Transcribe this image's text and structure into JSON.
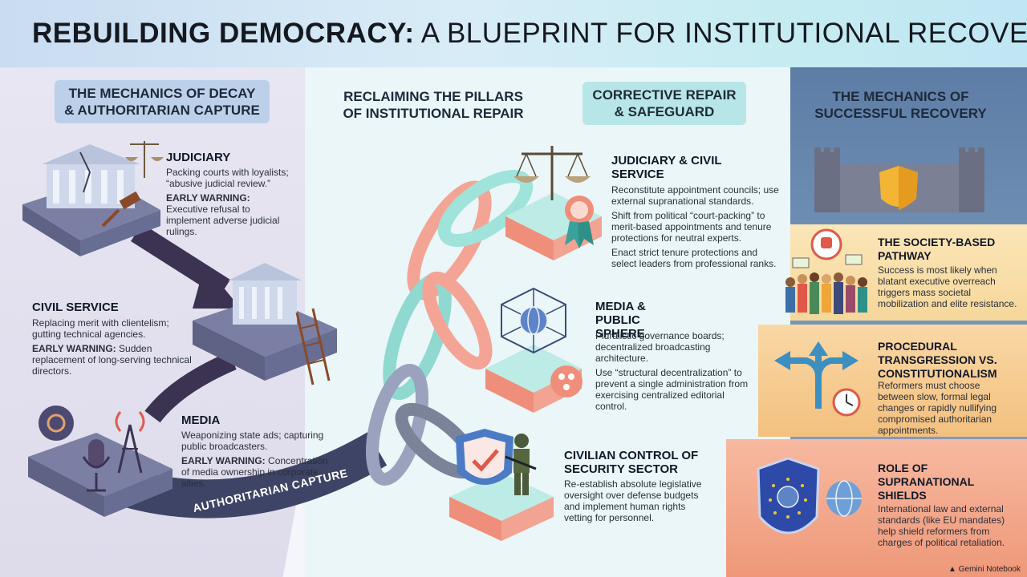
{
  "title": {
    "bold": "REBUILDING DEMOCRACY:",
    "rest": " A BLUEPRINT FOR INSTITUTIONAL RECOVERY"
  },
  "columns": {
    "decay": "THE MECHANICS OF DECAY & AUTHORITARIAN CAPTURE",
    "pillars": "RECLAIMING THE PILLARS OF INSTITUTIONAL REPAIR",
    "repair": "CORRECTIVE REPAIR & SAFEGUARD",
    "recovery": "THE MECHANICS OF SUCCESSFUL RECOVERY"
  },
  "decay": {
    "judiciary": {
      "title": "JUDICIARY",
      "body": "Packing courts with loyalists; “abusive judicial review.”",
      "warning_label": "EARLY WARNING:",
      "warning": " Executive refusal to implement adverse judicial rulings."
    },
    "civil_service": {
      "title": "CIVIL SERVICE",
      "body": "Replacing merit with clientelism; gutting technical agencies.",
      "warning_label": "EARLY WARNING:",
      "warning": " Sudden replacement of long-serving technical directors."
    },
    "media": {
      "title": "MEDIA",
      "body": "Weaponizing state ads; capturing public broadcasters.",
      "warning_label": "EARLY WARNING:",
      "warning": " Concentration of media ownership in corporate allies."
    },
    "ribbon": "AUTHORITARIAN CAPTURE"
  },
  "repair": {
    "judiciary": {
      "title": "JUDICIARY & CIVIL SERVICE",
      "p1": "Reconstitute appointment councils; use external supranational standards.",
      "p2": "Shift from political “court-packing” to merit-based appointments and tenure protections for neutral experts.",
      "p3": "Enact strict tenure protections and select leaders from professional ranks."
    },
    "media": {
      "title": "MEDIA & PUBLIC SPHERE",
      "p1": "Pluralistic governance boards; decentralized broadcasting architecture.",
      "p2": "Use “structural decentralization” to prevent a single administration from exercising centralized editorial control."
    },
    "security": {
      "title": "CIVILIAN CONTROL OF SECURITY SECTOR",
      "p1": "Re-establish absolute legislative oversight over defense budgets and implement human rights vetting for personnel."
    }
  },
  "recovery": {
    "society": {
      "title": "THE SOCIETY-BASED PATHWAY",
      "body": "Success is most likely when blatant executive overreach triggers mass societal mobilization and elite resistance."
    },
    "procedural": {
      "title": "PROCEDURAL TRANSGRESSION VS. CONSTITUTIONALISM",
      "body": "Reformers must choose between slow, formal legal changes or rapidly nullifying compromised authoritarian appointments."
    },
    "supranational": {
      "title": "ROLE OF SUPRANATIONAL SHIELDS",
      "body": "International law and external standards (like EU mandates) help shield reformers from charges of political retaliation."
    }
  },
  "watermark": "Gemini Notebook",
  "colors": {
    "teal": "#7fd3cc",
    "coral": "#f08f7a",
    "steel": "#6c7391",
    "navy": "#3c4168"
  }
}
